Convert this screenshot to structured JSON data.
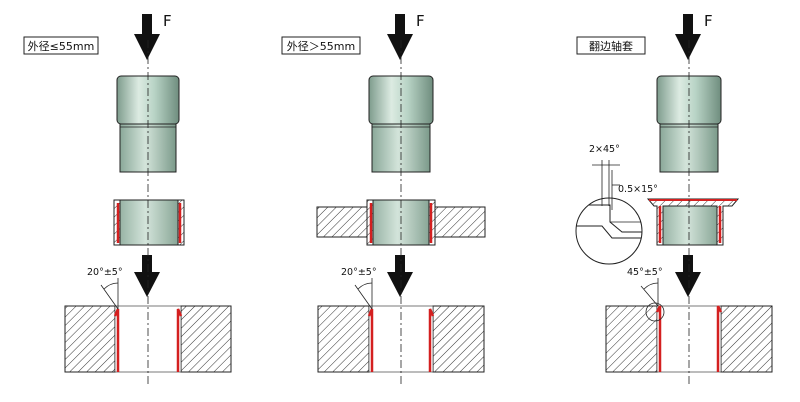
{
  "force_label": "F",
  "colors": {
    "bushing_body": "#b9d4c6",
    "bushing_shade": "#7e9c8d",
    "chamfer_red": "#d42020",
    "outline": "#222222",
    "hatch": "#333333",
    "arrow": "#111111"
  },
  "cases": [
    {
      "title": "外径≤55mm",
      "chamfer_angle": "20°±5°"
    },
    {
      "title": "外径＞55mm",
      "chamfer_angle": "20°±5°"
    },
    {
      "title": "翻边轴套",
      "chamfer_angle": "45°±5°",
      "detail": {
        "chamfer_a": "2×45°",
        "chamfer_b": "0.5×15°"
      }
    }
  ]
}
